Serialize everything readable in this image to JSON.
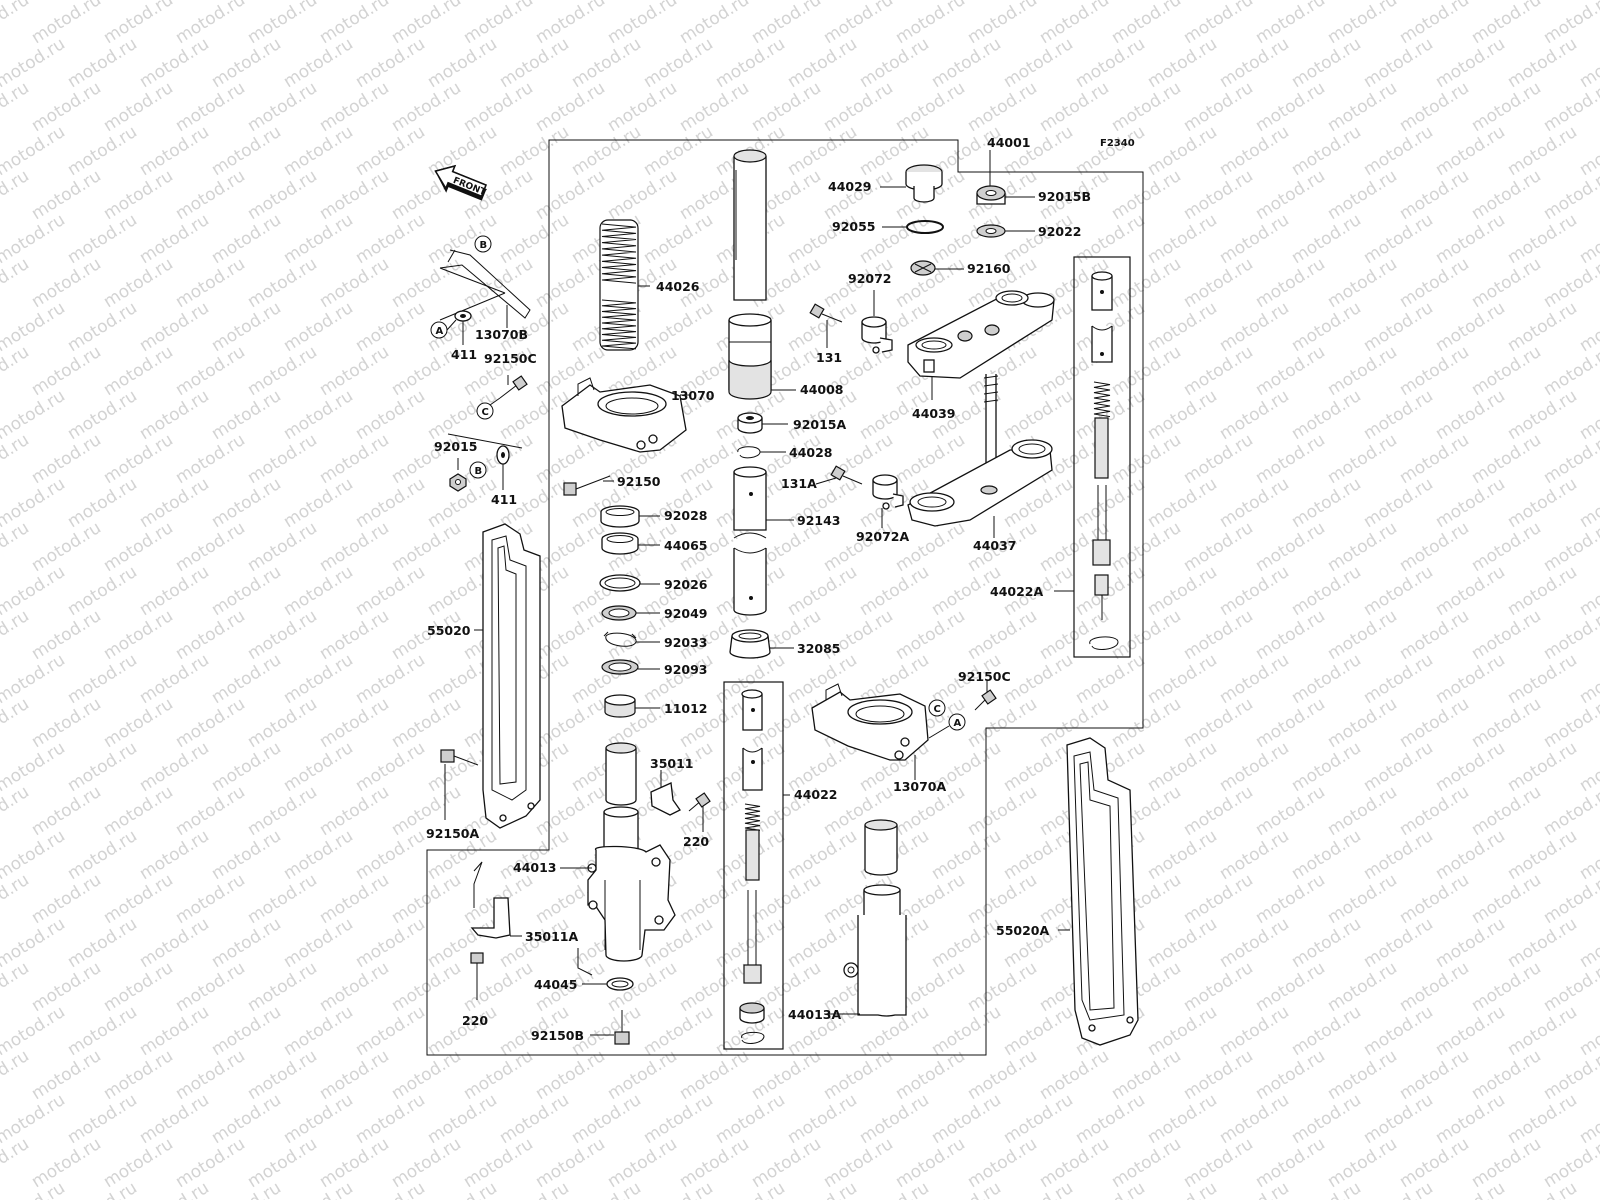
{
  "watermark": "motod.ru",
  "figure_code": "F2340",
  "front_arrow": "FRONT",
  "callouts": {
    "a": "A",
    "b": "B",
    "c": "C"
  },
  "labels": {
    "p44001": "44001",
    "p44029": "44029",
    "p92015b": "92015B",
    "p92055": "92055",
    "p92022": "92022",
    "p92072": "92072",
    "p92160": "92160",
    "p44026": "44026",
    "p131": "131",
    "p44008": "44008",
    "p44039": "44039",
    "p13070": "13070",
    "p92015a": "92015A",
    "p44028": "44028",
    "p131a": "131A",
    "p92150": "92150",
    "p92143": "92143",
    "p92072a": "92072A",
    "p44037": "44037",
    "p92028": "92028",
    "p44065": "44065",
    "p92026": "92026",
    "p92049": "92049",
    "p92033": "92033",
    "p92093": "92093",
    "p32085": "32085",
    "p11012": "11012",
    "p35011": "35011",
    "p220a": "220",
    "p44013": "44013",
    "p35011a": "35011A",
    "p44045": "44045",
    "p220b": "220",
    "p92150b": "92150B",
    "p44022": "44022",
    "p44022a": "44022A",
    "p92150c_r": "92150C",
    "p13070a": "13070A",
    "p44013a": "44013A",
    "p55020": "55020",
    "p55020a": "55020A",
    "p92150a": "92150A",
    "p13070b": "13070B",
    "p411a": "411",
    "p92150c_l": "92150C",
    "p92015": "92015",
    "p411b": "411"
  },
  "colors": {
    "line": "#111111",
    "watermark": "#d3d3d3",
    "shade": "#cfcfcf"
  }
}
